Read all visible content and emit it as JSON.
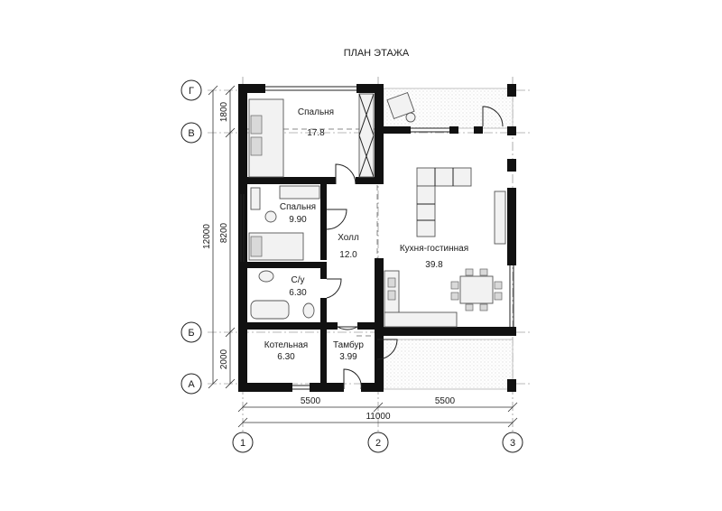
{
  "title": "ПЛАН ЭТАЖА",
  "rooms": [
    {
      "name": "Спальня",
      "area": "17.8"
    },
    {
      "name": "Спальня",
      "area": "9.90"
    },
    {
      "name": "Холл",
      "area": "12.0"
    },
    {
      "name": "Кухня-гостинная",
      "area": "39.8"
    },
    {
      "name": "С/у",
      "area": "6.30"
    },
    {
      "name": "Котельная",
      "area": "6.30"
    },
    {
      "name": "Тамбур",
      "area": "3.99"
    }
  ],
  "axes_rows": [
    "Г",
    "В",
    "Б",
    "А"
  ],
  "axes_cols": [
    "1",
    "2",
    "3"
  ],
  "dims_left": [
    "1800",
    "8200",
    "12000",
    "2000"
  ],
  "dims_bottom": [
    "5500",
    "5500",
    "11000"
  ],
  "colors": {
    "wall": "#111111",
    "line": "#222222",
    "hatch": "#9a9a9a"
  }
}
